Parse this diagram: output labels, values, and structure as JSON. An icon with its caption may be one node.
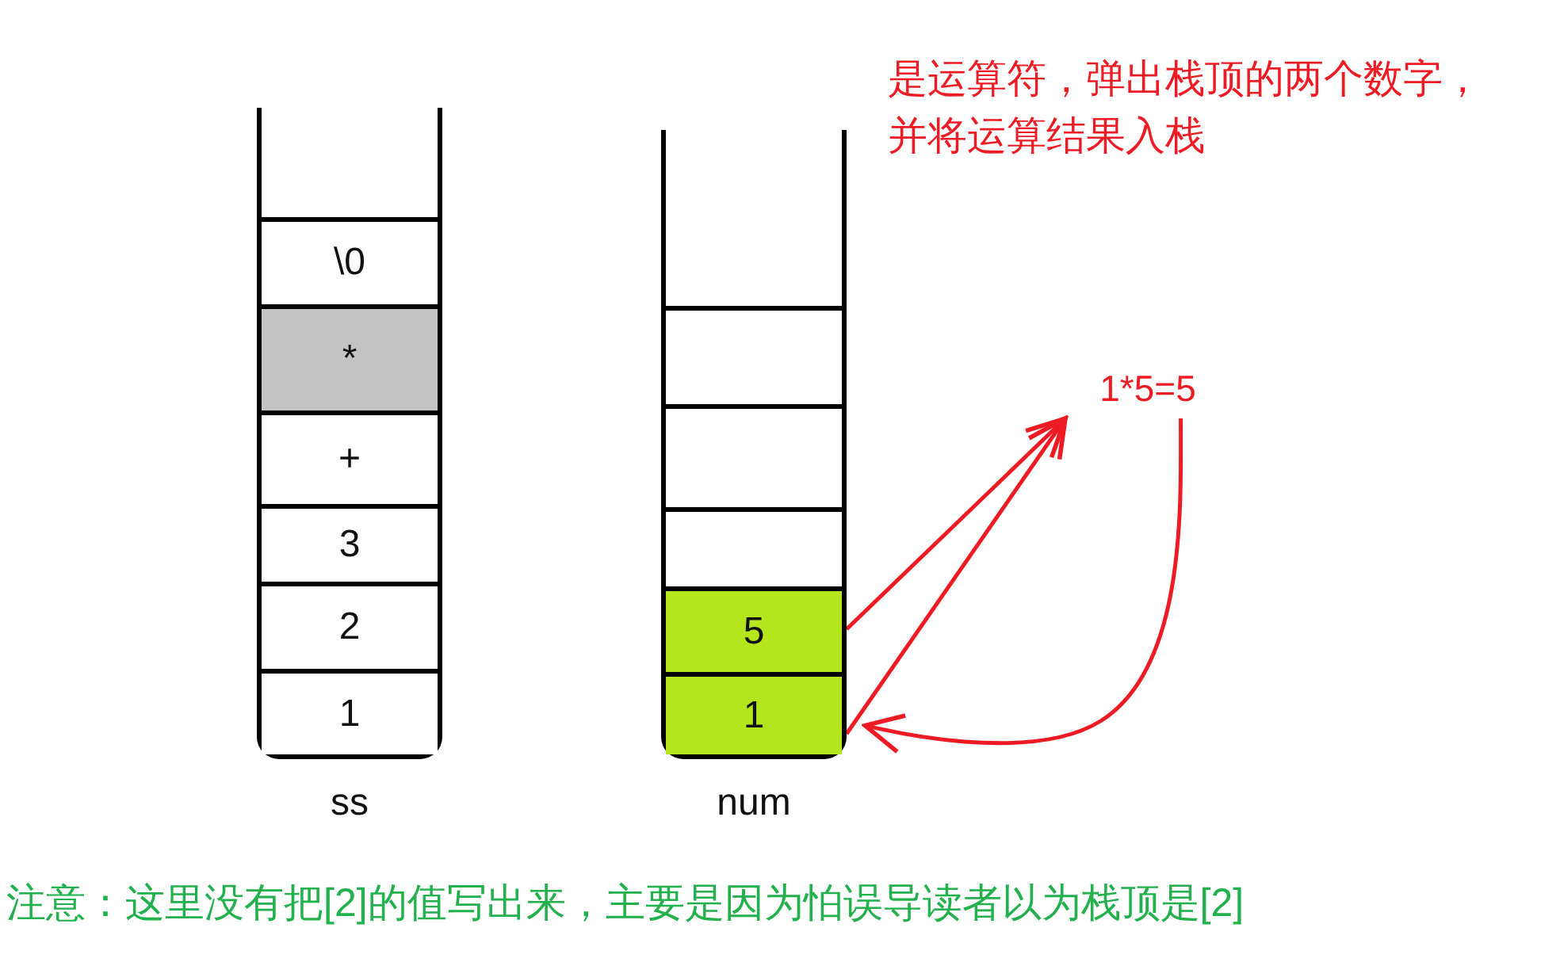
{
  "diagram": {
    "nodes": [
      {
        "text": [
          "ss"
        ]
      },
      {
        "text": [
          "\\0"
        ],
        "in": 0
      },
      {
        "text": [
          "*"
        ],
        "in": 0
      },
      {
        "text": [
          "+"
        ],
        "in": 0
      },
      {
        "text": [
          "3"
        ],
        "in": 0
      },
      {
        "text": [
          "2"
        ],
        "in": 0
      },
      {
        "text": [
          "1"
        ],
        "in": 0
      },
      {
        "text": [
          "num"
        ]
      },
      {
        "text": [],
        "shape": "box",
        "in": 7
      },
      {
        "text": [],
        "shape": "box",
        "in": 7
      },
      {
        "text": [],
        "shape": "box",
        "in": 7
      },
      {
        "text": [
          "5"
        ],
        "in": 7
      },
      {
        "text": [
          "1"
        ],
        "in": 7
      },
      {
        "text": [
          "1*5=5"
        ]
      }
    ],
    "edges": [
      {
        "from": 11,
        "to": 13,
        "arrow": "to"
      },
      {
        "from": 12,
        "to": 13,
        "arrow": "to"
      },
      {
        "from": 13,
        "to": 12,
        "arrow": "to"
      }
    ],
    "labels": [
      "是运算符，弹出栈顶的两个数字，并将运算结果入栈",
      "注意：这里没有把[2]的值写出来，主要是因为怕误导读者以为栈顶是[2]"
    ]
  }
}
